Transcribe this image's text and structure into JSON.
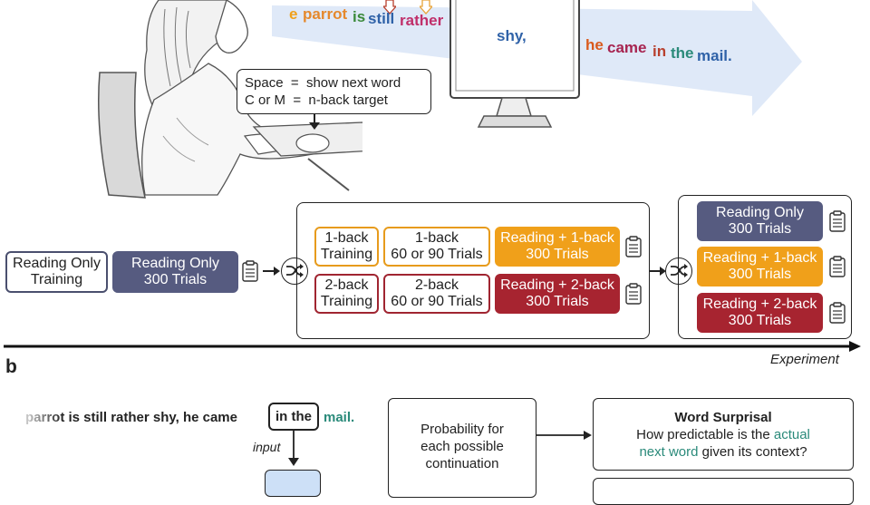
{
  "colors": {
    "slate": "#565b80",
    "orange": "#f0a01a",
    "red": "#a72430",
    "teal": "#2a8a7a",
    "arrow_band": "#dfe9f8"
  },
  "top_stream": {
    "w1": "parrot",
    "w2": "is",
    "w3": "still",
    "w4": "rather",
    "screen_word": "shy,",
    "tail": [
      "he",
      "came",
      "in",
      "the",
      "mail."
    ]
  },
  "keys": {
    "line1": "Space  =  show next word",
    "line2": "C or M  =  n-back target"
  },
  "phase1": {
    "training": [
      "Reading Only",
      "Training"
    ],
    "trials": [
      "Reading Only",
      "300 Trials"
    ]
  },
  "phase2": {
    "b1_training": [
      "1-back",
      "Training"
    ],
    "b1_trials": [
      "1-back",
      "60 or 90 Trials"
    ],
    "b1_reading": [
      "Reading + 1-back",
      "300 Trials"
    ],
    "b2_training": [
      "2-back",
      "Training"
    ],
    "b2_trials": [
      "2-back",
      "60 or 90 Trials"
    ],
    "b2_reading": [
      "Reading + 2-back",
      "300 Trials"
    ]
  },
  "phase3": {
    "r1": [
      "Reading Only",
      "300 Trials"
    ],
    "r2": [
      "Reading + 1-back",
      "300 Trials"
    ],
    "r3": [
      "Reading + 2-back",
      "300 Trials"
    ]
  },
  "axis_label": "Experiment",
  "panel_b": {
    "label": "b",
    "sentence_pre": "parrot is still rather shy, he came",
    "sentence_box": "in the",
    "sentence_next": "mail.",
    "input_label": "input",
    "prob_box": [
      "Probability for",
      "each possible",
      "continuation"
    ],
    "surprisal_title": "Word Surprisal",
    "surprisal_line1_pre": "How predictable is the ",
    "surprisal_line1_hl": "actual",
    "surprisal_line2_hl": "next word",
    "surprisal_line2_post": " given its context?"
  }
}
